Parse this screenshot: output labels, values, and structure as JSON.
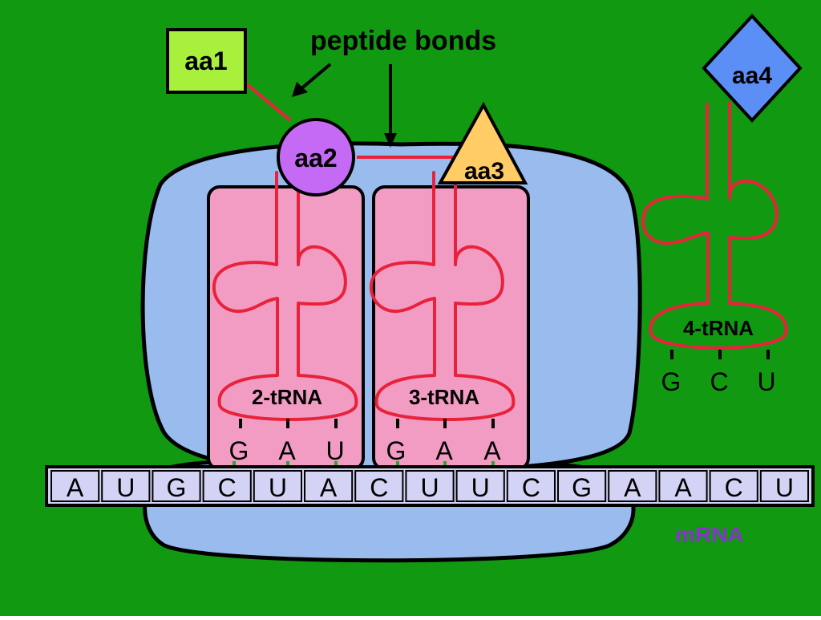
{
  "background_color": "#119911",
  "colors": {
    "ribosome": "#99BBEE",
    "trna_box": "#F29CC4",
    "trna_strand": "#E8223A",
    "aa1": "#A8F03C",
    "aa2": "#C56AF5",
    "aa3": "#FFCC66",
    "aa4": "#5B8FF5",
    "mrna_box": "#D3D3F5",
    "mrna_label": "#8833CC",
    "codon_tick": "#22AA22"
  },
  "amino_acids": {
    "aa1": "aa1",
    "aa2": "aa2",
    "aa3": "aa3",
    "aa4": "aa4"
  },
  "peptide_bonds_label": "peptide bonds",
  "trnas": [
    {
      "label": "2-tRNA",
      "anticodon": [
        "G",
        "A",
        "U"
      ]
    },
    {
      "label": "3-tRNA",
      "anticodon": [
        "G",
        "A",
        "A"
      ]
    },
    {
      "label": "4-tRNA",
      "anticodon": [
        "G",
        "C",
        "U"
      ]
    }
  ],
  "mrna": {
    "label": "mRNA",
    "bases": [
      "A",
      "U",
      "G",
      "C",
      "U",
      "A",
      "C",
      "U",
      "U",
      "C",
      "G",
      "A",
      "A",
      "C",
      "U"
    ]
  }
}
